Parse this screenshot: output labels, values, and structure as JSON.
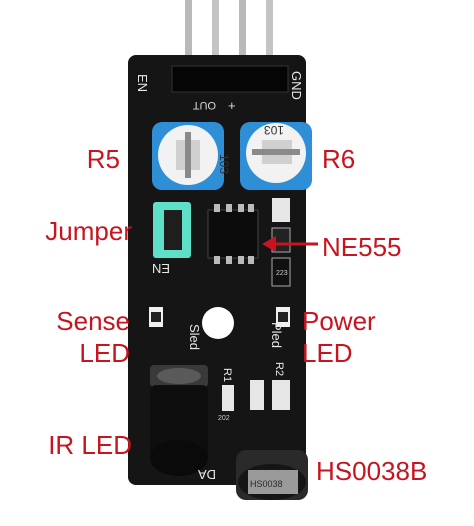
{
  "labels": {
    "r5": "R5",
    "r6": "R6",
    "jumper": "Jumper",
    "ne555": "NE555",
    "sense_led": "Sense\nLED",
    "sense_led_line1": "Sense",
    "sense_led_line2": "LED",
    "power_led_line1": "Power",
    "power_led_line2": "LED",
    "ir_led": "IR LED",
    "hs0038b": "HS0038B"
  },
  "board_print": {
    "en": "EN",
    "gnd": "GND",
    "out": "OUT",
    "plus": "+",
    "pot_left": "103",
    "pot_right": "103",
    "en_jumper": "EN",
    "sled": "Sled",
    "pled": "Pled",
    "r1": "R1",
    "r2": "R2",
    "da": "DA",
    "res_code": "223",
    "res_code2": "202",
    "sensor_code": "HS0038"
  },
  "colors": {
    "label_red": "#c8141e",
    "board": "#151515",
    "pot_blue": "#2f8fd6",
    "jumper_cyan": "#5ee0c8",
    "silkscreen": "#e8e8e8"
  },
  "icons": {
    "arrow": "arrow-left-icon"
  }
}
